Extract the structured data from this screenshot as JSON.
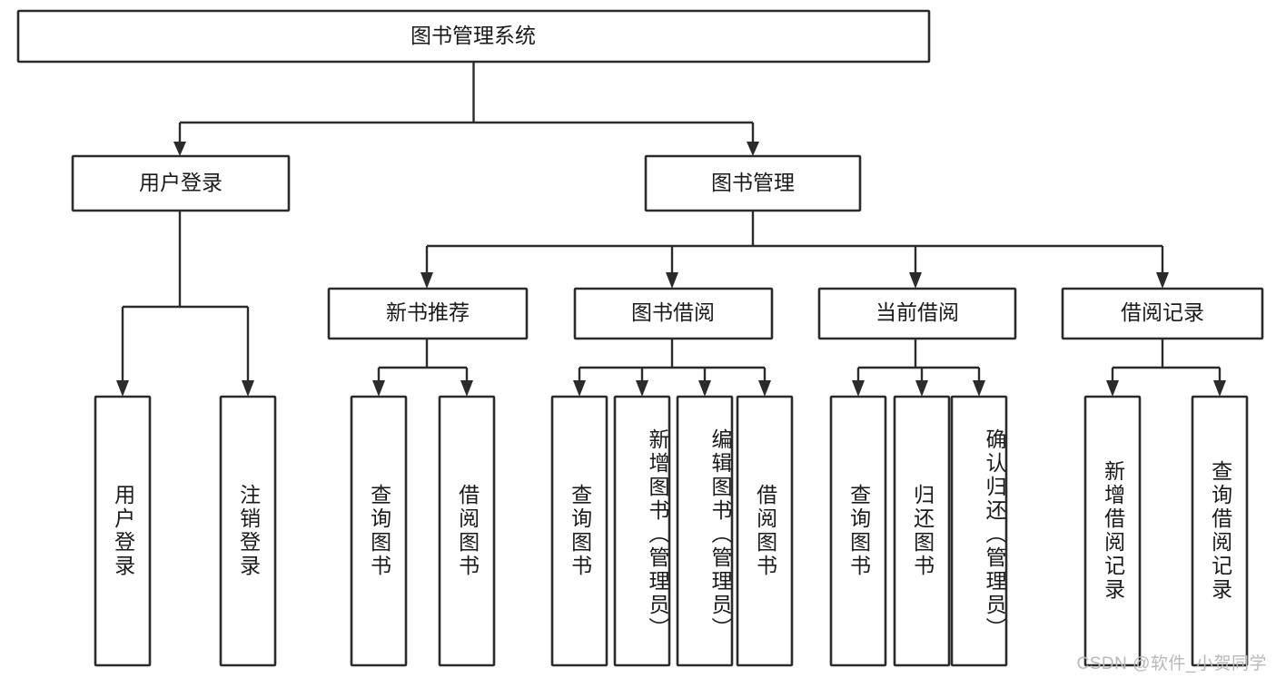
{
  "diagram": {
    "title": "图书管理系统",
    "type": "tree",
    "orientation": "top-down",
    "theme": {
      "background": "#ffffff",
      "box_fill": "#ffffff",
      "box_stroke": "#2b2b2b",
      "connector": "#2b2b2b",
      "text": "#1a1a1a",
      "watermark": "#b9b9b9"
    },
    "root": {
      "label": "图书管理系统",
      "name": "node-root-library-management-system"
    },
    "level1": [
      {
        "label": "用户登录",
        "name": "node-user-login"
      },
      {
        "label": "图书管理",
        "name": "node-book-management"
      }
    ],
    "level2": [
      {
        "label": "新书推荐",
        "name": "node-new-book-recommend"
      },
      {
        "label": "图书借阅",
        "name": "node-book-borrow"
      },
      {
        "label": "当前借阅",
        "name": "node-current-borrow"
      },
      {
        "label": "借阅记录",
        "name": "node-borrow-record"
      }
    ],
    "leaves": {
      "user_login": [
        {
          "label": "用户登录",
          "name": "leaf-user-login"
        },
        {
          "label": "注销登录",
          "name": "leaf-logout"
        }
      ],
      "new_book_recommend": [
        {
          "label": "查询图书",
          "name": "leaf-query-book-recommend"
        },
        {
          "label": "借阅图书",
          "name": "leaf-borrow-book-recommend"
        }
      ],
      "book_borrow": [
        {
          "label": "查询图书",
          "name": "leaf-query-book-borrow"
        },
        {
          "label": "新增图书（管理员）",
          "name": "leaf-add-book-admin"
        },
        {
          "label": "编辑图书（管理员）",
          "name": "leaf-edit-book-admin"
        },
        {
          "label": "借阅图书",
          "name": "leaf-borrow-book"
        }
      ],
      "current_borrow": [
        {
          "label": "查询图书",
          "name": "leaf-query-book-current"
        },
        {
          "label": "归还图书",
          "name": "leaf-return-book"
        },
        {
          "label": "确认归还（管理员）",
          "name": "leaf-confirm-return-admin"
        }
      ],
      "borrow_record": [
        {
          "label": "新增借阅记录",
          "name": "leaf-add-borrow-record"
        },
        {
          "label": "查询借阅记录",
          "name": "leaf-query-borrow-record"
        }
      ]
    }
  },
  "watermark": {
    "text": "CSDN @软件_小贺同学"
  }
}
